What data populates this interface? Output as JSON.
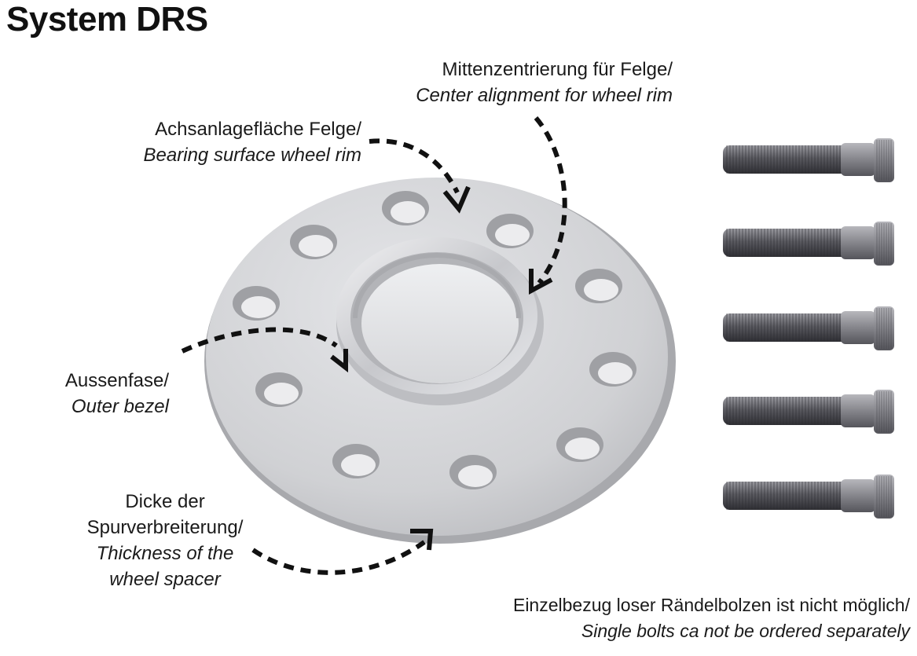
{
  "title": "System DRS",
  "labels": {
    "center_alignment": {
      "de": "Mittenzentrierung für Felge/",
      "en": "Center alignment for wheel rim"
    },
    "bearing_surface": {
      "de": "Achsanlagefläche Felge/",
      "en": "Bearing surface wheel rim"
    },
    "outer_bezel": {
      "de": "Aussenfase/",
      "en": "Outer bezel"
    },
    "thickness": {
      "de1": "Dicke der",
      "de2": "Spurverbreiterung/",
      "en1": "Thickness of the",
      "en2": "wheel spacer"
    },
    "bolts_note": {
      "de": "Einzelbezug loser Rändelbolzen ist nicht möglich/",
      "en": "Single bolts ca not be ordered separately"
    }
  },
  "colors": {
    "arrow": "#111111",
    "spacer_face": "#d2d3d6",
    "bolt": "#6d6d72"
  }
}
